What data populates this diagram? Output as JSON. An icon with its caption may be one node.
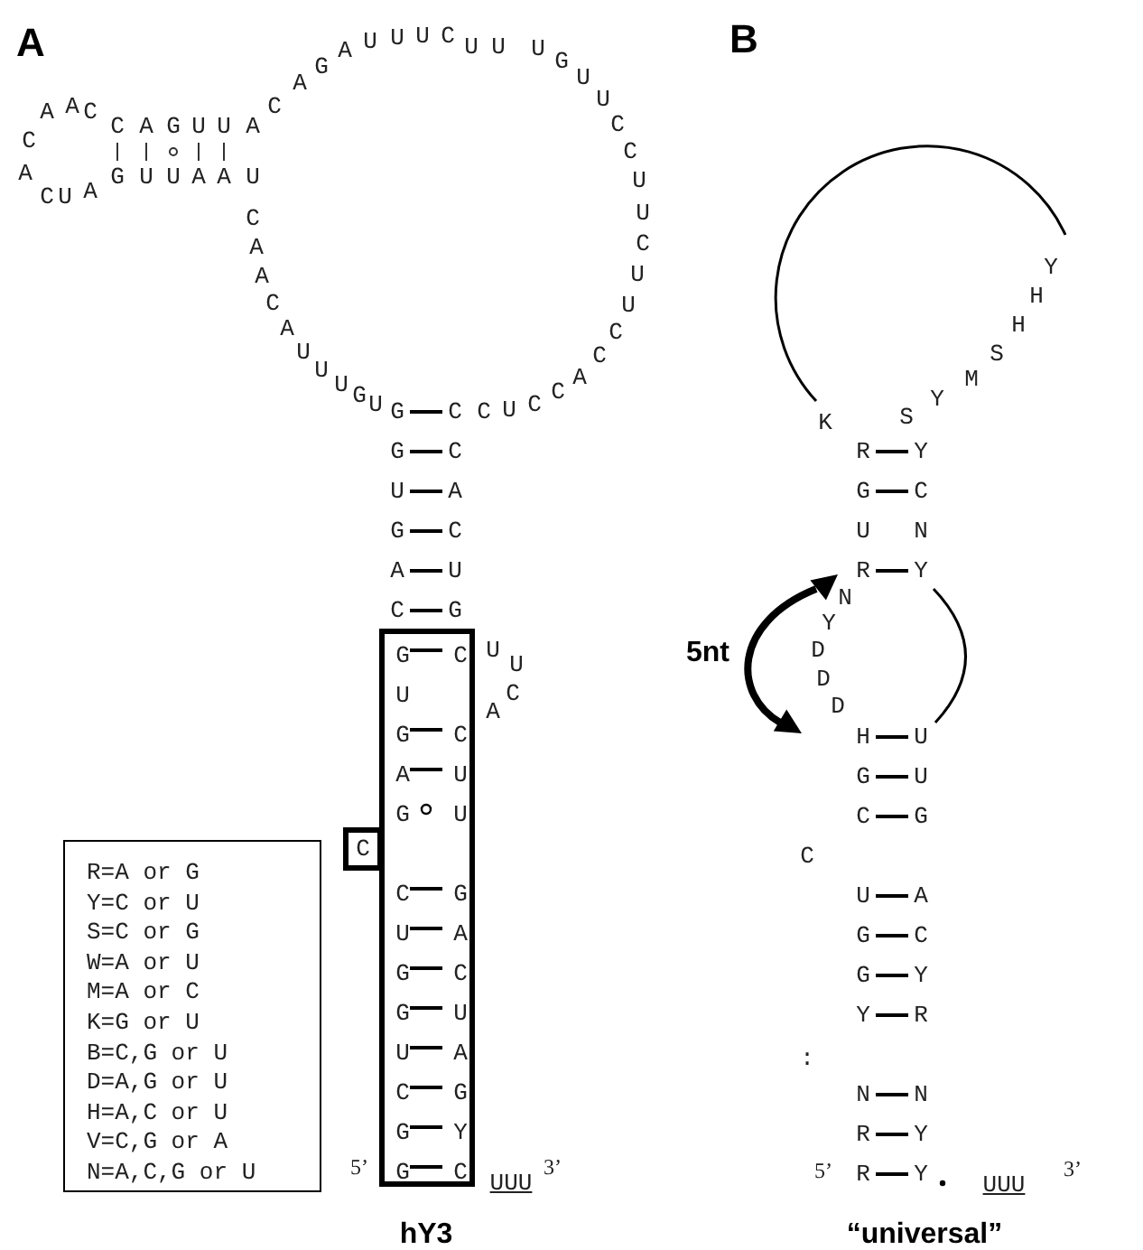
{
  "diagram": {
    "nodes": [
      {
        "text": [
          "R=A or G",
          "Y=C or U",
          "S=C or G",
          "W=A or U",
          "M=A or C",
          "K=G or U",
          "B=C,G or U",
          "D=A,G or U",
          "H=A,C or U",
          "V=C,G or A",
          "N=A,C,G or U"
        ]
      },
      {
        "text": [
          "G",
          "C",
          "U",
          "G",
          "C",
          "A",
          "U",
          "G",
          "U",
          "C",
          "G",
          "U",
          "A",
          "G",
          "C",
          "G",
          "U",
          "U",
          "A",
          "C",
          "G",
          "G",
          "Y",
          "G",
          "C"
        ]
      },
      {
        "text": [
          "C"
        ]
      }
    ],
    "labels": [
      "A",
      "A",
      "A",
      "C",
      "C",
      "A",
      "C",
      "U",
      "A",
      "C",
      "A",
      "G",
      "U",
      "U",
      "A",
      "G",
      "U",
      "U",
      "A",
      "A",
      "U",
      "C",
      "A",
      "A",
      "C",
      "A",
      "U",
      "U",
      "U",
      "G",
      "U",
      "C",
      "A",
      "G",
      "A",
      "U",
      "U",
      "U",
      "C",
      "U",
      "U",
      "U",
      "G",
      "U",
      "U",
      "C",
      "C",
      "U",
      "U",
      "C",
      "U",
      "C",
      "C",
      "A",
      "C",
      "C",
      "U",
      "U",
      "C",
      "G",
      "C",
      "G",
      "C",
      "U",
      "A",
      "G",
      "C",
      "A",
      "U",
      "C",
      "G",
      "U",
      "U",
      "C",
      "A",
      "5’",
      "UUU",
      "3’",
      "hY3",
      "B",
      "K",
      "R",
      "Y",
      "G",
      "C",
      "U",
      "N",
      "R",
      "Y",
      "S",
      "Y",
      "M",
      "S",
      "H",
      "H",
      "Y",
      "N",
      "Y",
      "D",
      "D",
      "D",
      "H",
      "U",
      "G",
      "U",
      "C",
      "G",
      "C",
      "U",
      "A",
      "G",
      "C",
      "G",
      "Y",
      "Y",
      "R",
      ":",
      "N",
      "N",
      "R",
      "Y",
      "5’",
      "R",
      "Y",
      "UUU",
      "3’",
      "5nt",
      "“universal”"
    ]
  }
}
